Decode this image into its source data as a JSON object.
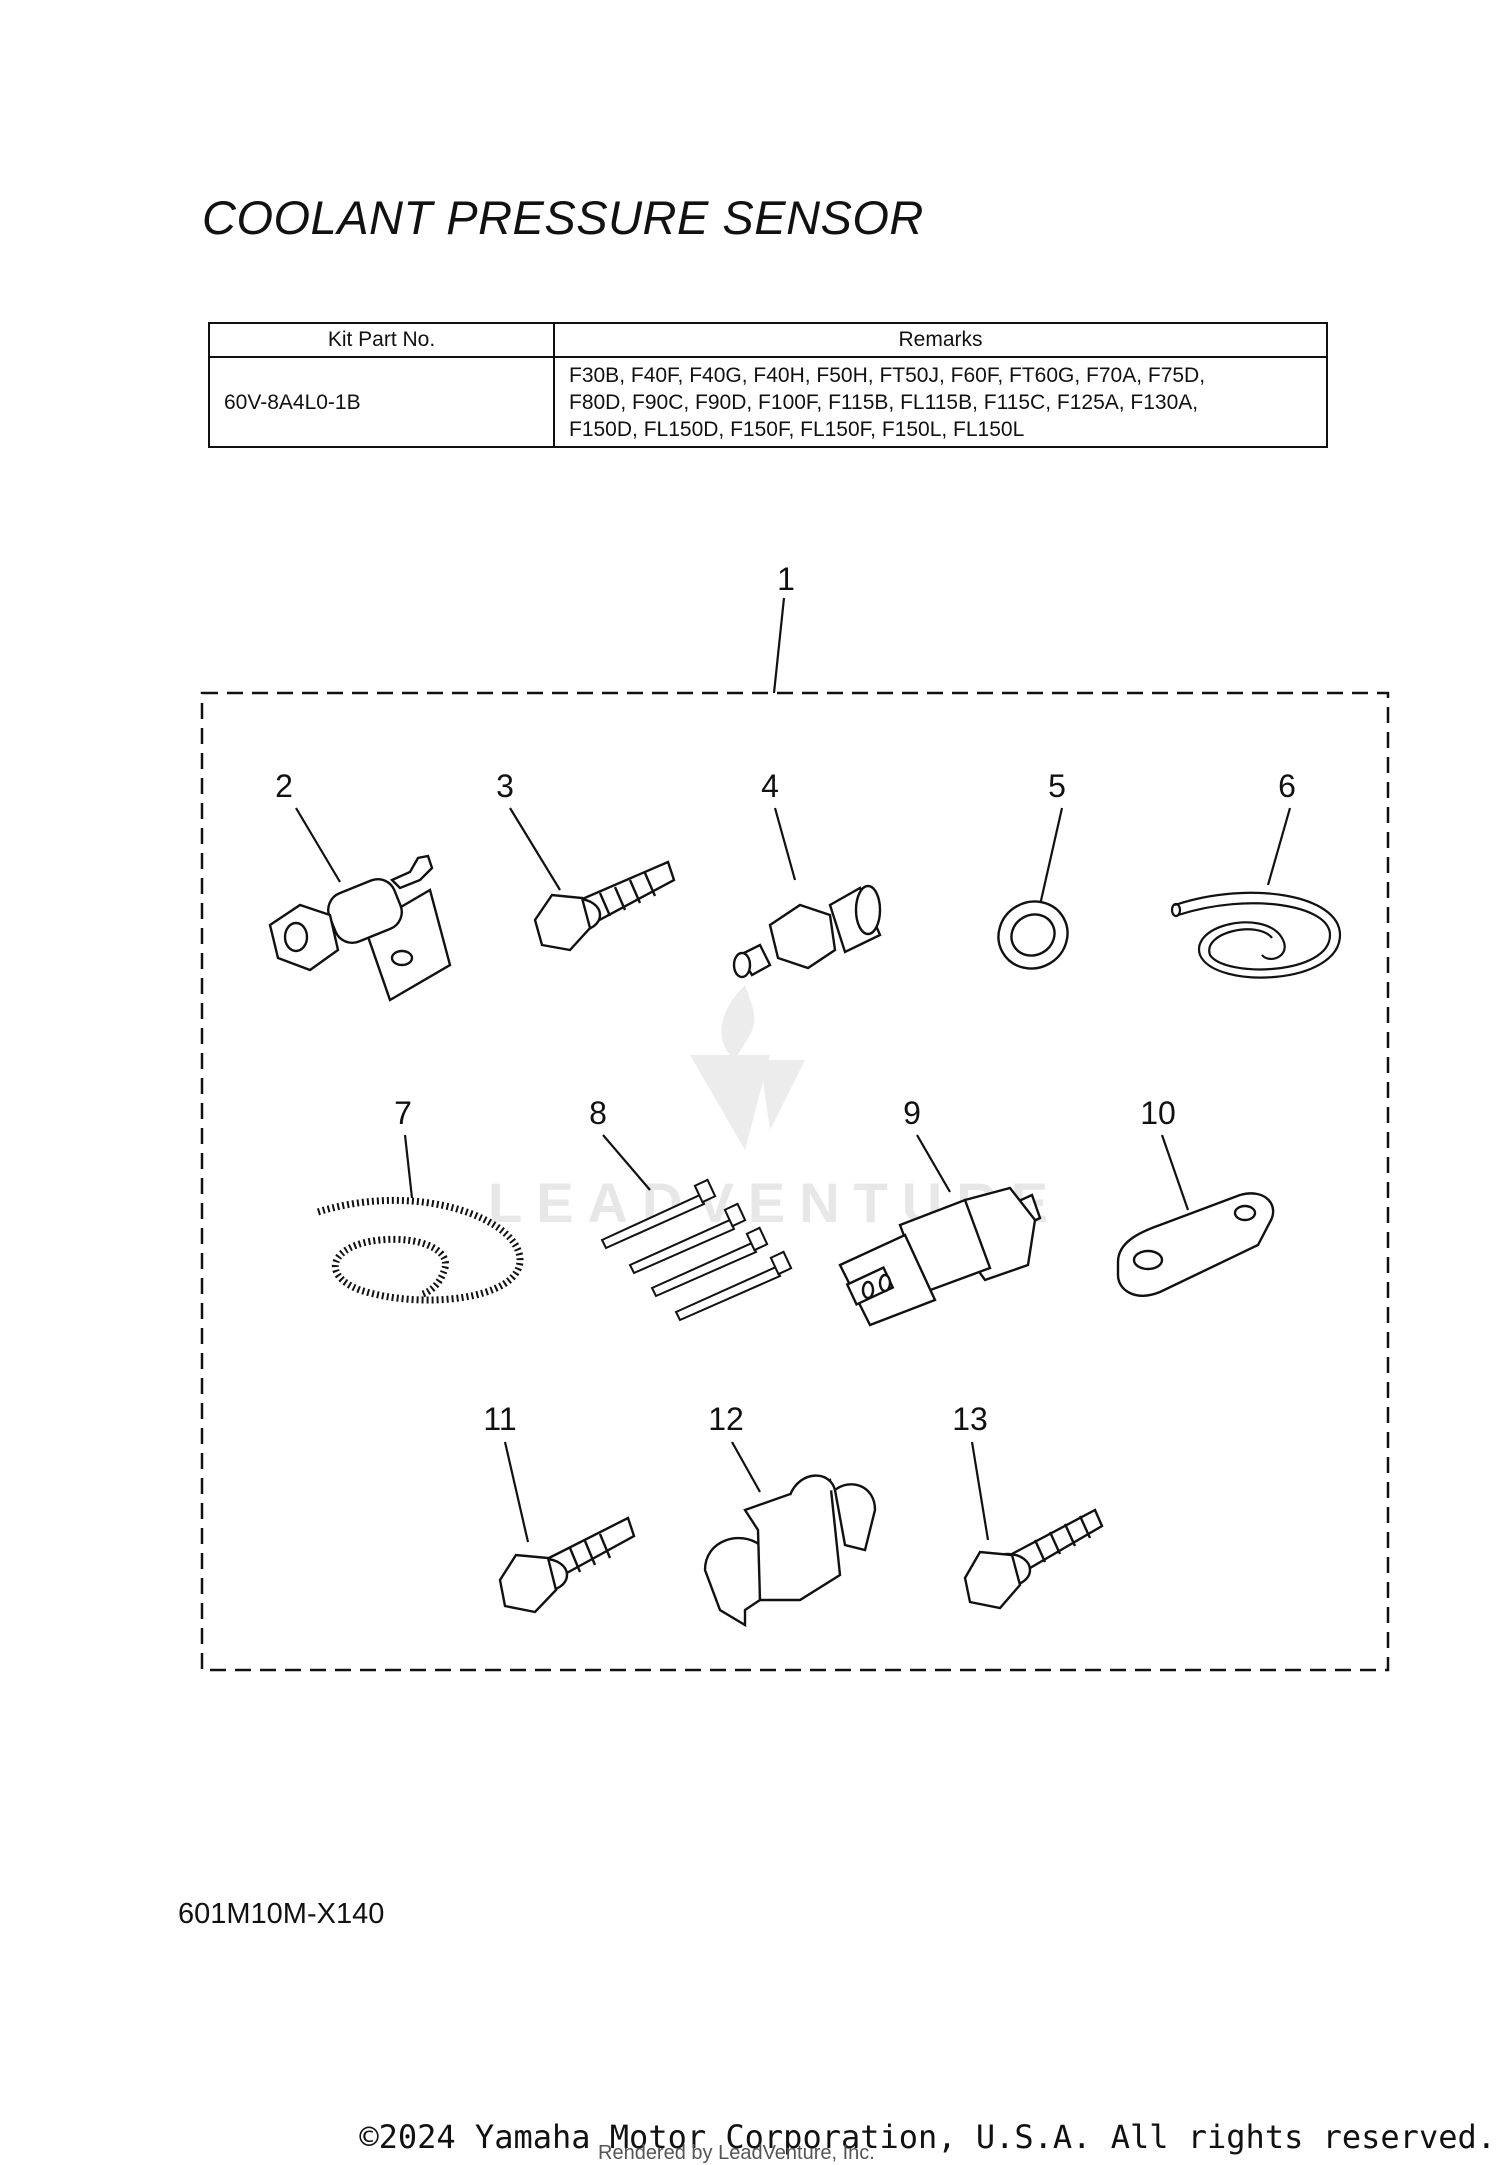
{
  "title": "COOLANT PRESSURE SENSOR",
  "table": {
    "headers": [
      "Kit Part No.",
      "Remarks"
    ],
    "rows": [
      {
        "part_no": "60V-8A4L0-1B",
        "remarks": [
          "F30B, F40F, F40G, F40H, F50H, FT50J, F60F, FT60G, F70A, F75D,",
          "F80D, F90C, F90D, F100F, F115B, FL115B, F115C, F125A, F130A,",
          "F150D, FL150D, F150F, FL150F, F150L, FL150L"
        ]
      }
    ]
  },
  "callouts": [
    "1",
    "2",
    "3",
    "4",
    "5",
    "6",
    "7",
    "8",
    "9",
    "10",
    "11",
    "12",
    "13"
  ],
  "watermark": "LEADVENTURE",
  "diagram_code": "601M10M-X140",
  "copyright": "©2024 Yamaha Motor Corporation, U.S.A. All rights reserved.",
  "rendered_by": "Rendered by LeadVenture, Inc."
}
